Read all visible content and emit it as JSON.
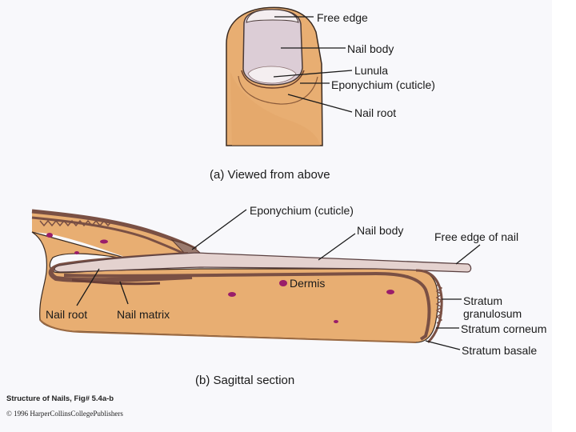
{
  "figure": {
    "top_view": {
      "caption": "(a) Viewed from above",
      "labels": {
        "free_edge": "Free edge",
        "nail_body": "Nail body",
        "lunula": "Lunula",
        "eponychium": "Eponychium (cuticle)",
        "nail_root": "Nail root"
      }
    },
    "sagittal": {
      "caption": "(b) Sagittal section",
      "labels": {
        "eponychium": "Eponychium (cuticle)",
        "nail_body": "Nail body",
        "free_edge": "Free edge of nail",
        "dermis": "Dermis",
        "nail_root": "Nail root",
        "nail_matrix": "Nail matrix",
        "stratum_granulosum_1": "Stratum",
        "stratum_granulosum_2": "granulosum",
        "stratum_corneum": "Stratum corneum",
        "stratum_basale": "Stratum basale"
      }
    },
    "credit": {
      "title": "Structure of Nails, Fig# 5.4a-b",
      "copyright": "© 1996 HarperCollinsCollegePublishers"
    }
  },
  "colors": {
    "skin": "#e8ae72",
    "skin_dark": "#c98a52",
    "nail_layer": "#7a5044",
    "nail_plate": "#e4d2cf",
    "lunula": "#f4eef0",
    "vessel": "#9a1d6a",
    "background": "#f8f8fb"
  }
}
